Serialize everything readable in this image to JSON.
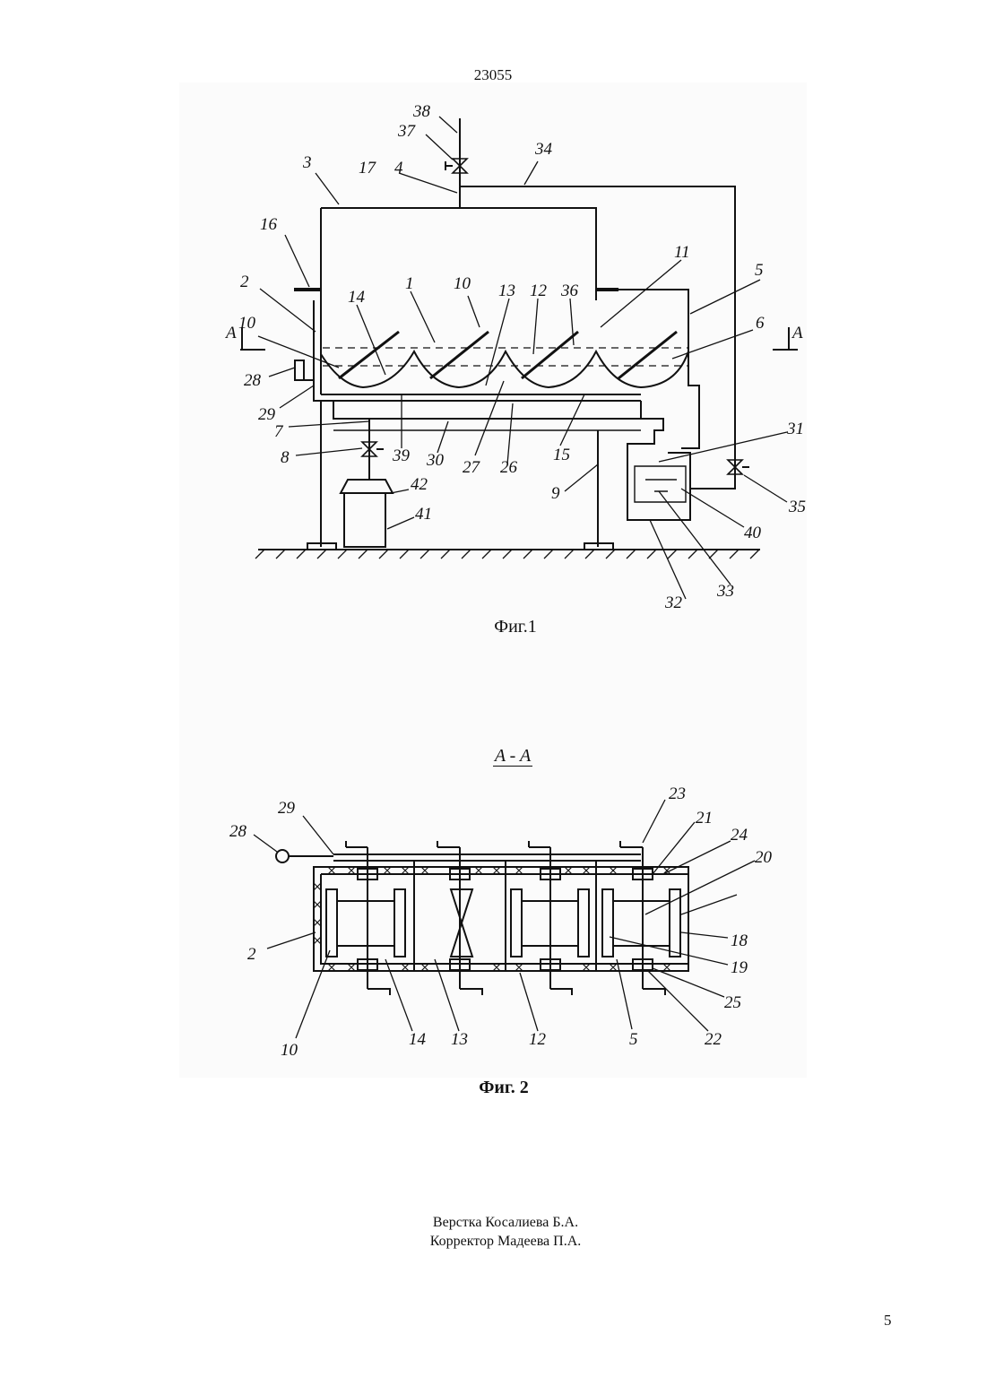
{
  "header": {
    "patent_number": "23055"
  },
  "figure1": {
    "caption": "Фиг.1",
    "labels": [
      "38",
      "37",
      "34",
      "3",
      "17",
      "4",
      "16",
      "11",
      "5",
      "2",
      "1",
      "10",
      "13",
      "12",
      "36",
      "14",
      "6",
      "A",
      "A",
      "10",
      "28",
      "29",
      "7",
      "39",
      "30",
      "27",
      "26",
      "15",
      "31",
      "8",
      "42",
      "41",
      "9",
      "35",
      "40",
      "33",
      "32"
    ]
  },
  "figure2": {
    "section_title": "A - A",
    "caption": "Фиг. 2",
    "labels": [
      "23",
      "29",
      "21",
      "28",
      "24",
      "20",
      "18",
      "2",
      "19",
      "25",
      "22",
      "10",
      "14",
      "13",
      "12",
      "5"
    ]
  },
  "footer": {
    "layout_line": "Верстка Косалиева Б.А.",
    "corrector_line": "Корректор Мадеева П.А."
  },
  "page_number": "5"
}
